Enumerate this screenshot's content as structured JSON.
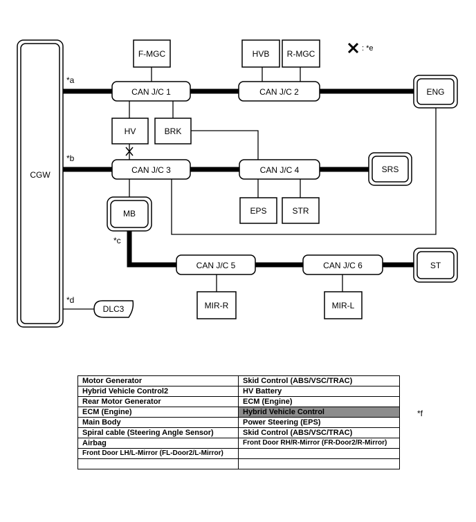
{
  "diagram": {
    "nodes": {
      "cgw": "CGW",
      "fmgc": "F-MGC",
      "hvb": "HVB",
      "rmgc": "R-MGC",
      "canjc1": "CAN J/C 1",
      "canjc2": "CAN J/C 2",
      "eng": "ENG",
      "hv": "HV",
      "brk": "BRK",
      "canjc3": "CAN J/C 3",
      "canjc4": "CAN J/C 4",
      "srs": "SRS",
      "eps": "EPS",
      "str": "STR",
      "mb": "MB",
      "canjc5": "CAN J/C 5",
      "canjc6": "CAN J/C 6",
      "st": "ST",
      "mirr": "MIR-R",
      "mirl": "MIR-L",
      "dlc3": "DLC3"
    },
    "labels": {
      "a": "*a",
      "b": "*b",
      "c": "*c",
      "d": "*d",
      "e": ": *e",
      "f": "*f",
      "x_mark": "✕"
    }
  },
  "legend_table": {
    "rows": [
      {
        "left": "Motor Generator",
        "right": "Skid Control (ABS/VSC/TRAC)"
      },
      {
        "left": "Hybrid Vehicle Control2",
        "right": "HV Battery"
      },
      {
        "left": "Rear Motor Generator",
        "right": "ECM (Engine)"
      },
      {
        "left": "ECM (Engine)",
        "right": "Hybrid Vehicle Control"
      },
      {
        "left": "Main Body",
        "right": "Power Steering (EPS)"
      },
      {
        "left": "Spiral cable (Steering Angle Sensor)",
        "right": "Skid Control (ABS/VSC/TRAC)"
      },
      {
        "left": "Airbag",
        "right": "Front Door RH/R-Mirror (FR-Door2/R-Mirror)"
      },
      {
        "left": "Front Door LH/L-Mirror (FL-Door2/L-Mirror)",
        "right": ""
      },
      {
        "left": "",
        "right": ""
      }
    ],
    "highlight_color": "#8c8c8c"
  }
}
